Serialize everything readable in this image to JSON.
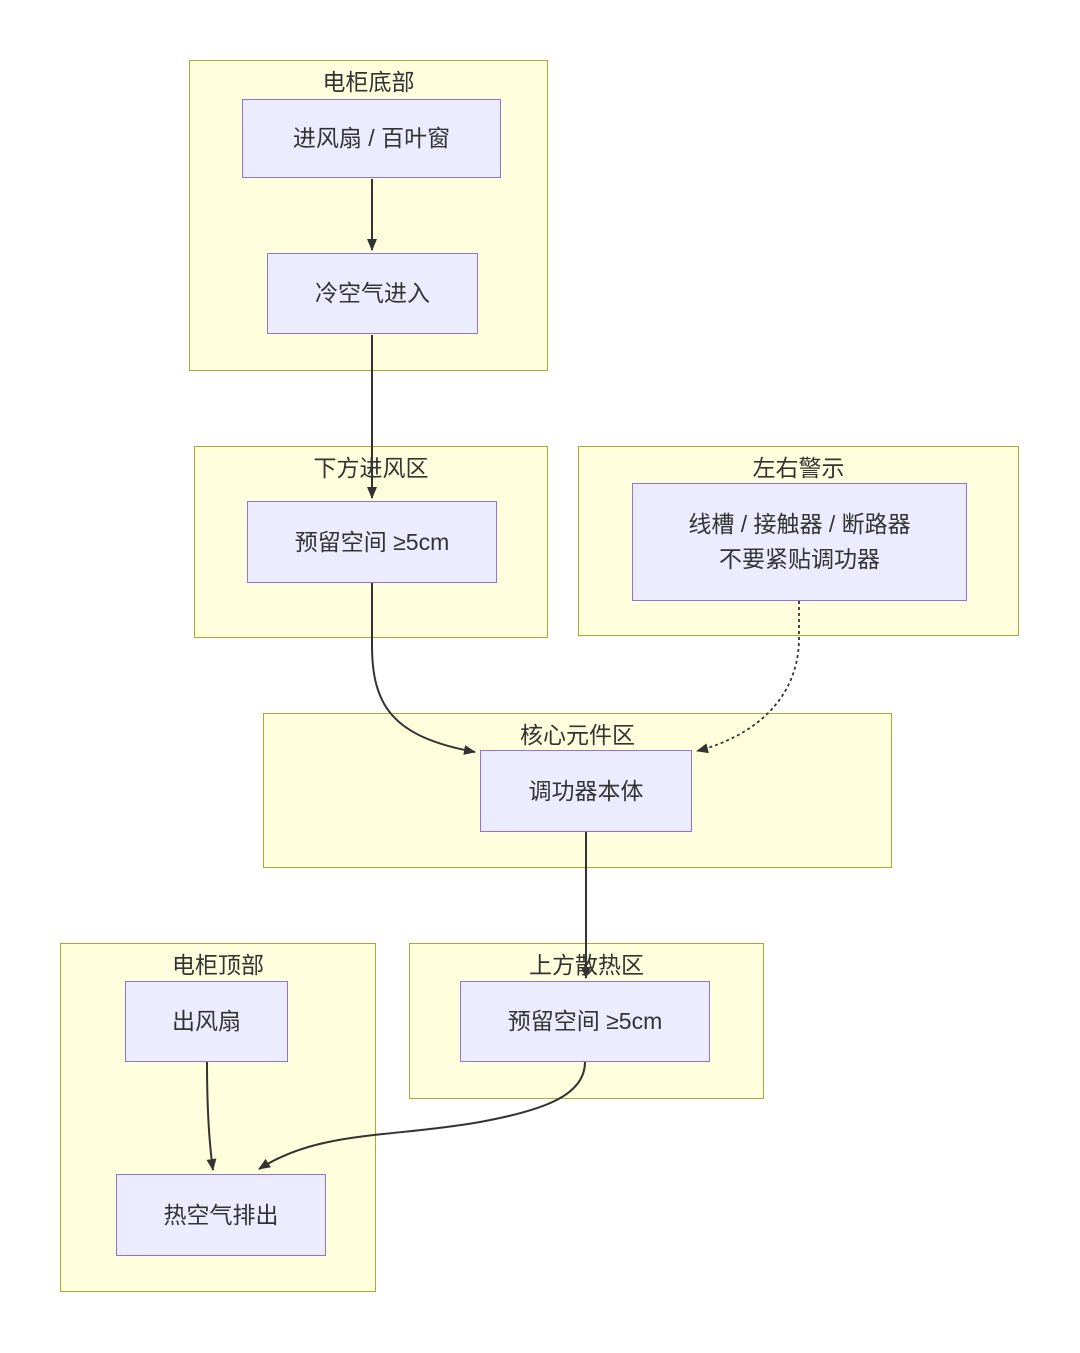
{
  "colors": {
    "background": "#ffffff",
    "cluster_fill": "#ffffde",
    "cluster_border": "#aaaa33",
    "node_fill": "#ececff",
    "node_border": "#9370db",
    "text": "#333333",
    "edge": "#333333"
  },
  "diagram": {
    "type": "flowchart",
    "direction": "top-down",
    "clusters": [
      {
        "id": "cabinet-bottom",
        "label": "电柜底部"
      },
      {
        "id": "lower-intake",
        "label": "下方进风区"
      },
      {
        "id": "side-warning",
        "label": "左右警示"
      },
      {
        "id": "core-area",
        "label": "核心元件区"
      },
      {
        "id": "cabinet-top",
        "label": "电柜顶部"
      },
      {
        "id": "upper-cooling",
        "label": "上方散热区"
      }
    ],
    "nodes": [
      {
        "id": "intake-fan",
        "cluster": "电柜底部",
        "label": "进风扇 / 百叶窗"
      },
      {
        "id": "cold-air-in",
        "cluster": "电柜底部",
        "label": "冷空气进入"
      },
      {
        "id": "lower-clearance",
        "cluster": "下方进风区",
        "label": "预留空间 ≥5cm"
      },
      {
        "id": "side-devices",
        "cluster": "左右警示",
        "lines": [
          "线槽 / 接触器 / 断路器",
          "不要紧贴调功器"
        ]
      },
      {
        "id": "regulator",
        "cluster": "核心元件区",
        "label": "调功器本体"
      },
      {
        "id": "exhaust-fan",
        "cluster": "电柜顶部",
        "label": "出风扇"
      },
      {
        "id": "upper-clearance",
        "cluster": "上方散热区",
        "label": "预留空间 ≥5cm"
      },
      {
        "id": "hot-air-out",
        "cluster": "电柜顶部",
        "label": "热空气排出"
      }
    ],
    "edges": [
      {
        "from": "进风扇 / 百叶窗",
        "to": "冷空气进入",
        "style": "solid"
      },
      {
        "from": "冷空气进入",
        "to": "预留空间 ≥5cm (下方进风区)",
        "style": "solid"
      },
      {
        "from": "预留空间 ≥5cm (下方进风区)",
        "to": "调功器本体",
        "style": "solid"
      },
      {
        "from": "线槽 / 接触器 / 断路器 不要紧贴调功器",
        "to": "调功器本体",
        "style": "dotted"
      },
      {
        "from": "调功器本体",
        "to": "预留空间 ≥5cm (上方散热区)",
        "style": "solid"
      },
      {
        "from": "出风扇",
        "to": "热空气排出",
        "style": "solid"
      },
      {
        "from": "预留空间 ≥5cm (上方散热区)",
        "to": "热空气排出",
        "style": "solid"
      }
    ]
  }
}
